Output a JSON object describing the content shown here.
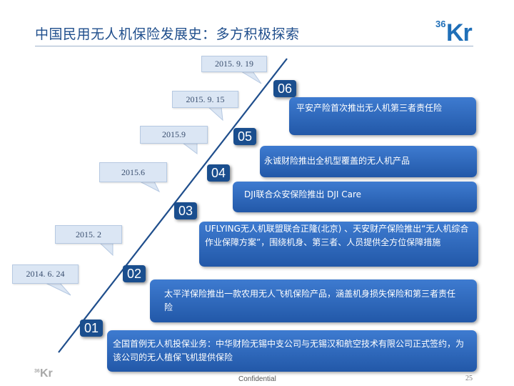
{
  "title": "中国民用无人机保险发展史：多方积极探索",
  "logo": {
    "num": "36",
    "text": "Kr"
  },
  "events": [
    {
      "num": "01",
      "date": "2014. 6. 24",
      "text": "全国首例无人机投保业务：中华财险无锡中支公司与无锡汉和航空技术有限公司正式签约，为该公司的无人植保飞机提供保险"
    },
    {
      "num": "02",
      "date": "2015. 2",
      "text": "太平洋保险推出一款农用无人飞机保险产品，涵盖机身损失保险和第三者责任险"
    },
    {
      "num": "03",
      "date": "2015.6",
      "text": "UFLYING无人机联盟联合正隆(北京) 、天安财产保险推出“无人机综合作业保障方案”，围绕机身、第三者、人员提供全方位保障措施"
    },
    {
      "num": "04",
      "date": "2015.9",
      "text": "DJI联合众安保险推出 DJI Care"
    },
    {
      "num": "05",
      "date": "2015. 9. 15",
      "text": "永诚财险推出全机型覆盖的无人机产品"
    },
    {
      "num": "06",
      "date": "2015. 9. 19",
      "text": "平安产险首次推出无人机第三者责任险"
    }
  ],
  "footer": {
    "confidential": "Confidential",
    "page": "25"
  }
}
